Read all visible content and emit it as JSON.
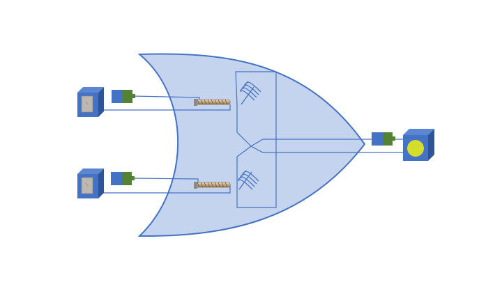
{
  "diagram": {
    "type": "or-gate-electromechanical",
    "text_labels": [],
    "colors": {
      "gate_fill": "#c4d3ee",
      "gate_stroke": "#4472c4",
      "wire": "#4472c4",
      "box_blue": "#4472c4",
      "box_side": "#2f5597",
      "connector_green": "#548235",
      "lamp": "#d4dd2b",
      "switch_face": "#bdb7b0",
      "spring": "#4472c4",
      "screw": "#c9b28b"
    },
    "components": {
      "inputs": [
        "switch-box-a",
        "switch-box-b"
      ],
      "connectors": [
        "connector-a",
        "connector-b",
        "connector-out"
      ],
      "solenoids": [
        "solenoid-a",
        "solenoid-b"
      ],
      "springs": [
        "spring-a",
        "spring-b"
      ],
      "output": "lamp-box"
    }
  }
}
